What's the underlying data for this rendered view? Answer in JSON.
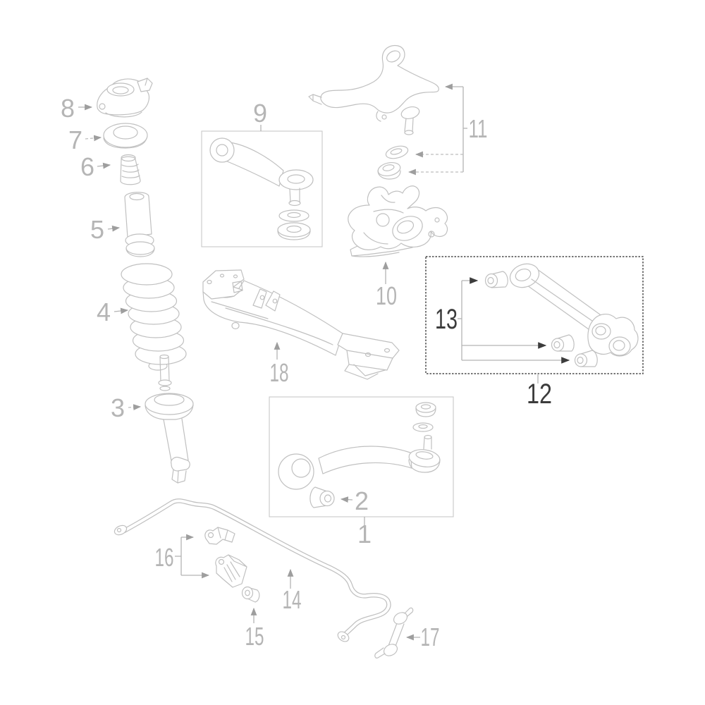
{
  "diagram": {
    "colors": {
      "background": "#ffffff",
      "line": "#c0c0c0",
      "leader": "#b3b3b3",
      "label": "#b5b5b5",
      "label_dark": "#3c3c3c",
      "box_light": "#c8c8c8",
      "box_dark": "#4a4a4a"
    },
    "labels": {
      "p1": "1",
      "p2": "2",
      "p3": "3",
      "p4": "4",
      "p5": "5",
      "p6": "6",
      "p7": "7",
      "p8": "8",
      "p9": "9",
      "p10": "10",
      "p11": "11",
      "p12": "12",
      "p13": "13",
      "p14": "14",
      "p15": "15",
      "p16": "16",
      "p17": "17",
      "p18": "18"
    }
  }
}
